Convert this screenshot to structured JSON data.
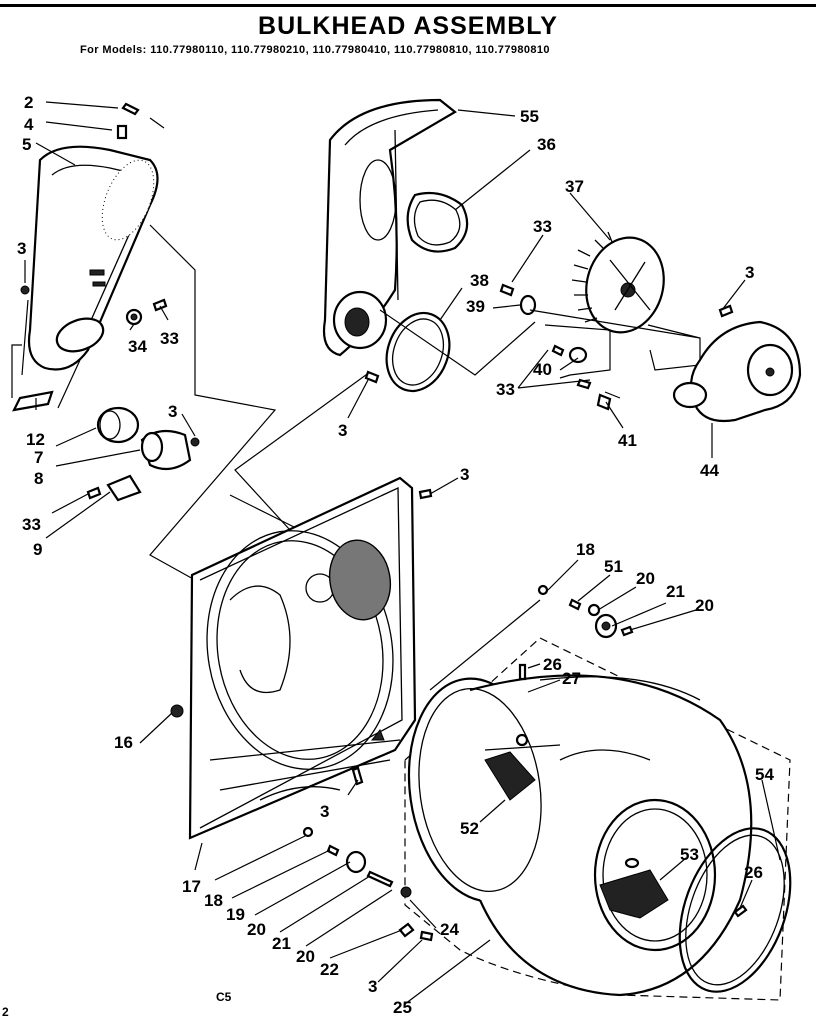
{
  "header": {
    "title": "BULKHEAD ASSEMBLY",
    "subtitle": "For Models: 110.77980110, 110.77980210, 110.77980410, 110.77980810, 110.77980810"
  },
  "callouts": [
    {
      "id": "c-2",
      "text": "2"
    },
    {
      "id": "c-4",
      "text": "4"
    },
    {
      "id": "c-5",
      "text": "5"
    },
    {
      "id": "c-3a",
      "text": "3"
    },
    {
      "id": "c-34",
      "text": "34"
    },
    {
      "id": "c-33a",
      "text": "33"
    },
    {
      "id": "c-12",
      "text": "12"
    },
    {
      "id": "c-7",
      "text": "7"
    },
    {
      "id": "c-3b",
      "text": "3"
    },
    {
      "id": "c-8",
      "text": "8"
    },
    {
      "id": "c-33b",
      "text": "33"
    },
    {
      "id": "c-9",
      "text": "9"
    },
    {
      "id": "c-55",
      "text": "55"
    },
    {
      "id": "c-36",
      "text": "36"
    },
    {
      "id": "c-37",
      "text": "37"
    },
    {
      "id": "c-33c",
      "text": "33"
    },
    {
      "id": "c-3c",
      "text": "3"
    },
    {
      "id": "c-38",
      "text": "38"
    },
    {
      "id": "c-39",
      "text": "39"
    },
    {
      "id": "c-40",
      "text": "40"
    },
    {
      "id": "c-33d",
      "text": "33"
    },
    {
      "id": "c-41",
      "text": "41"
    },
    {
      "id": "c-44",
      "text": "44"
    },
    {
      "id": "c-3d",
      "text": "3"
    },
    {
      "id": "c-3e",
      "text": "3"
    },
    {
      "id": "c-18a",
      "text": "18"
    },
    {
      "id": "c-51",
      "text": "51"
    },
    {
      "id": "c-20a",
      "text": "20"
    },
    {
      "id": "c-21a",
      "text": "21"
    },
    {
      "id": "c-20b",
      "text": "20"
    },
    {
      "id": "c-26a",
      "text": "26"
    },
    {
      "id": "c-27",
      "text": "27"
    },
    {
      "id": "c-16",
      "text": "16"
    },
    {
      "id": "c-54",
      "text": "54"
    },
    {
      "id": "c-52",
      "text": "52"
    },
    {
      "id": "c-3f",
      "text": "3"
    },
    {
      "id": "c-53",
      "text": "53"
    },
    {
      "id": "c-26b",
      "text": "26"
    },
    {
      "id": "c-17",
      "text": "17"
    },
    {
      "id": "c-18b",
      "text": "18"
    },
    {
      "id": "c-19",
      "text": "19"
    },
    {
      "id": "c-20c",
      "text": "20"
    },
    {
      "id": "c-21b",
      "text": "21"
    },
    {
      "id": "c-20d",
      "text": "20"
    },
    {
      "id": "c-22",
      "text": "22"
    },
    {
      "id": "c-24",
      "text": "24"
    },
    {
      "id": "c-3g",
      "text": "3"
    },
    {
      "id": "c-25",
      "text": "25"
    }
  ],
  "footer": {
    "code": "C5",
    "corner_mark": "2"
  }
}
